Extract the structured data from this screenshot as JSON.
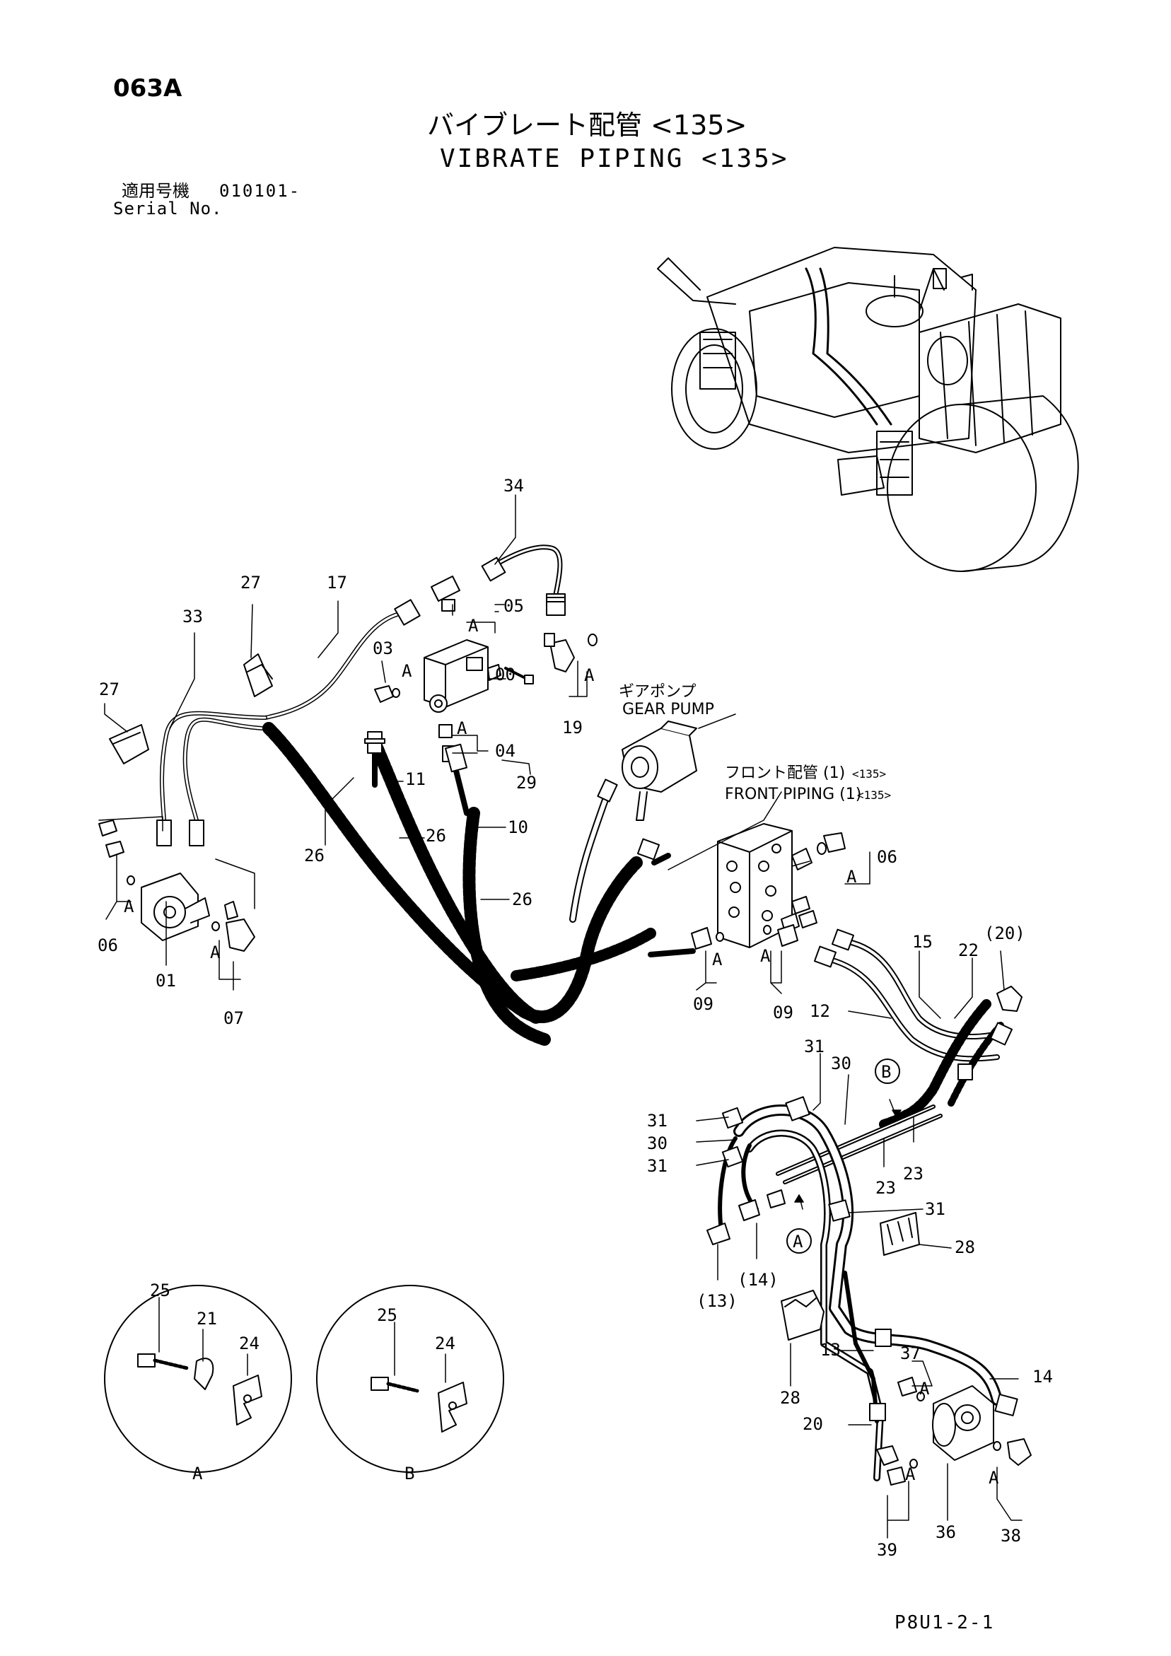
{
  "header": {
    "page_code": "063A",
    "title_jp": "バイブレート配管 <135>",
    "title_en": "VIBRATE PIPING <135>",
    "serial_label_jp": "適用号機",
    "serial_range": "010101-",
    "serial_label_en": "Serial No."
  },
  "labels": {
    "gear_pump_jp": "ギアポンプ",
    "gear_pump_en": "GEAR PUMP",
    "front_piping_jp": "フロント配管 (1)",
    "front_piping_en": "FRONT PIPING (1)",
    "model_tag": "<135>"
  },
  "callouts": {
    "c34": "34",
    "c27a": "27",
    "c17": "17",
    "c33": "33",
    "c05": "05",
    "c03": "03",
    "c00": "00",
    "c27b": "27",
    "c19": "19",
    "c04": "04",
    "c11": "11",
    "c29": "29",
    "c26a": "26",
    "c26b": "26",
    "c10": "10",
    "c26c": "26",
    "c06a": "06",
    "c06b": "06",
    "c01": "01",
    "c07": "07",
    "c09a": "09",
    "c09b": "09",
    "c15": "15",
    "c22": "22",
    "c20p": "(20)",
    "c12": "12",
    "c31a": "31",
    "c30a": "30",
    "c31b": "31",
    "c30b": "30",
    "c31c": "31",
    "c23a": "23",
    "c23b": "23",
    "c31d": "31",
    "c28a": "28",
    "c14p": "(14)",
    "c13p": "(13)",
    "c28b": "28",
    "c13": "13",
    "c37": "37",
    "c14": "14",
    "c20": "20",
    "c36": "36",
    "c39": "39",
    "c38": "38",
    "c25a": "25",
    "c21": "21",
    "c24a": "24",
    "c25b": "25",
    "c24b": "24",
    "ref_a": "A",
    "ref_b": "B"
  },
  "details": {
    "detail_a": "A",
    "detail_b": "B"
  },
  "footer": {
    "figure_code": "P8U1-2-1"
  }
}
